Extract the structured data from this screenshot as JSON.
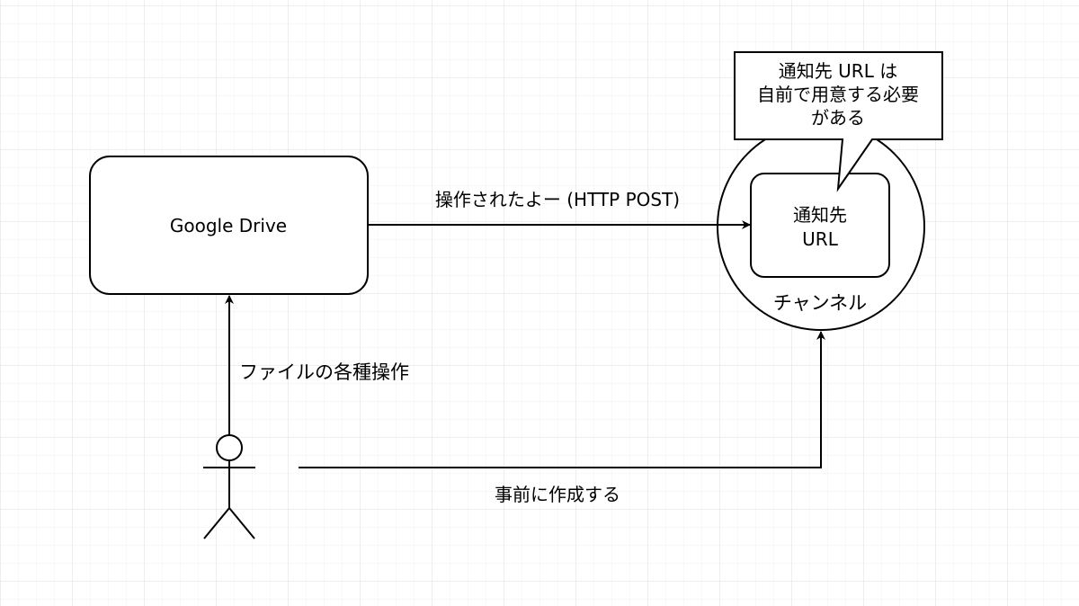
{
  "diagram": {
    "nodes": {
      "google_drive": {
        "label": "Google Drive"
      },
      "endpoint": {
        "line1": "通知先",
        "line2": "URL"
      },
      "channel": {
        "label": "チャンネル"
      },
      "callout": {
        "line1": "通知先 URL は",
        "line2": "自前で用意する必要",
        "line3": "がある"
      },
      "actor": {
        "shape": "stick-figure"
      }
    },
    "edges": {
      "drive_to_endpoint": {
        "label": "操作されたよー (HTTP POST)"
      },
      "actor_to_drive": {
        "label": "ファイルの各種操作"
      },
      "actor_to_channel": {
        "label": "事前に作成する"
      }
    }
  },
  "colors": {
    "stroke": "#000000",
    "fill": "#ffffff",
    "grid_minor": "#f0f0f0",
    "grid_major": "#dedede"
  }
}
